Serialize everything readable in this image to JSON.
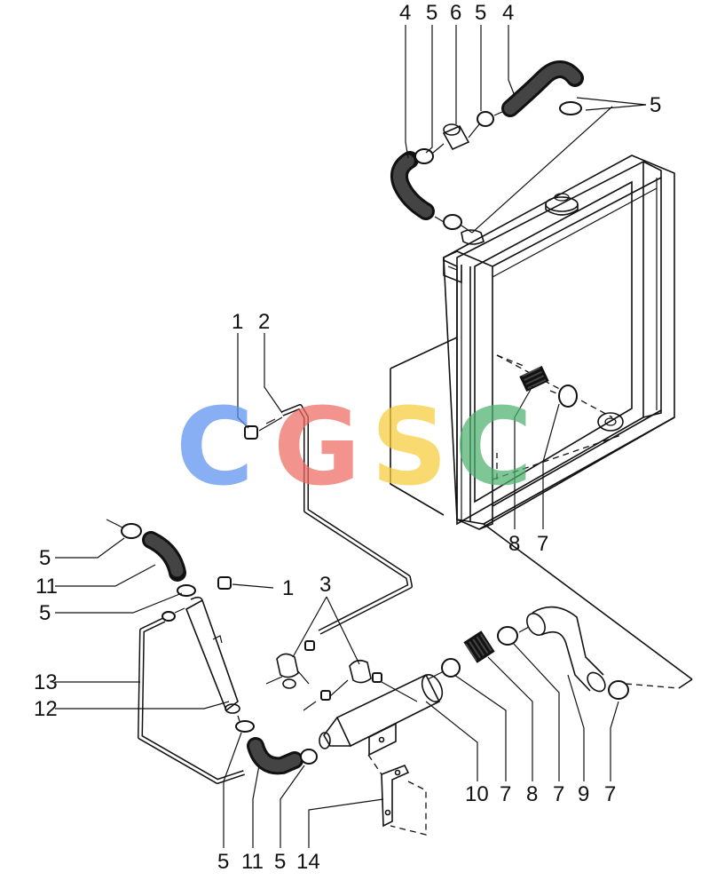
{
  "watermark": {
    "letters": [
      "C",
      "G",
      "S",
      "C"
    ],
    "colors": [
      "#5b8ff0",
      "#ef6a62",
      "#f6cc3a",
      "#4fb170"
    ]
  },
  "callouts": [
    {
      "id": "c-top-4a",
      "text": "4"
    },
    {
      "id": "c-top-5a",
      "text": "5"
    },
    {
      "id": "c-top-6",
      "text": "6"
    },
    {
      "id": "c-top-5b",
      "text": "5"
    },
    {
      "id": "c-top-4b",
      "text": "4"
    },
    {
      "id": "c-right-5",
      "text": "5"
    },
    {
      "id": "c-1a",
      "text": "1"
    },
    {
      "id": "c-2",
      "text": "2"
    },
    {
      "id": "c-3",
      "text": "3"
    },
    {
      "id": "c-1b",
      "text": "1"
    },
    {
      "id": "c-left-5a",
      "text": "5"
    },
    {
      "id": "c-left-11",
      "text": "11"
    },
    {
      "id": "c-left-5b",
      "text": "5"
    },
    {
      "id": "c-left-13",
      "text": "13"
    },
    {
      "id": "c-left-12",
      "text": "12"
    },
    {
      "id": "c-rad-8",
      "text": "8"
    },
    {
      "id": "c-rad-7",
      "text": "7"
    },
    {
      "id": "c-bot-10",
      "text": "10"
    },
    {
      "id": "c-bot-7a",
      "text": "7"
    },
    {
      "id": "c-bot-8",
      "text": "8"
    },
    {
      "id": "c-bot-7b",
      "text": "7"
    },
    {
      "id": "c-bot-9",
      "text": "9"
    },
    {
      "id": "c-bot-7c",
      "text": "7"
    },
    {
      "id": "c-bot-5a",
      "text": "5"
    },
    {
      "id": "c-bot-11",
      "text": "11"
    },
    {
      "id": "c-bot-5b",
      "text": "5"
    },
    {
      "id": "c-bot-14",
      "text": "14"
    }
  ]
}
